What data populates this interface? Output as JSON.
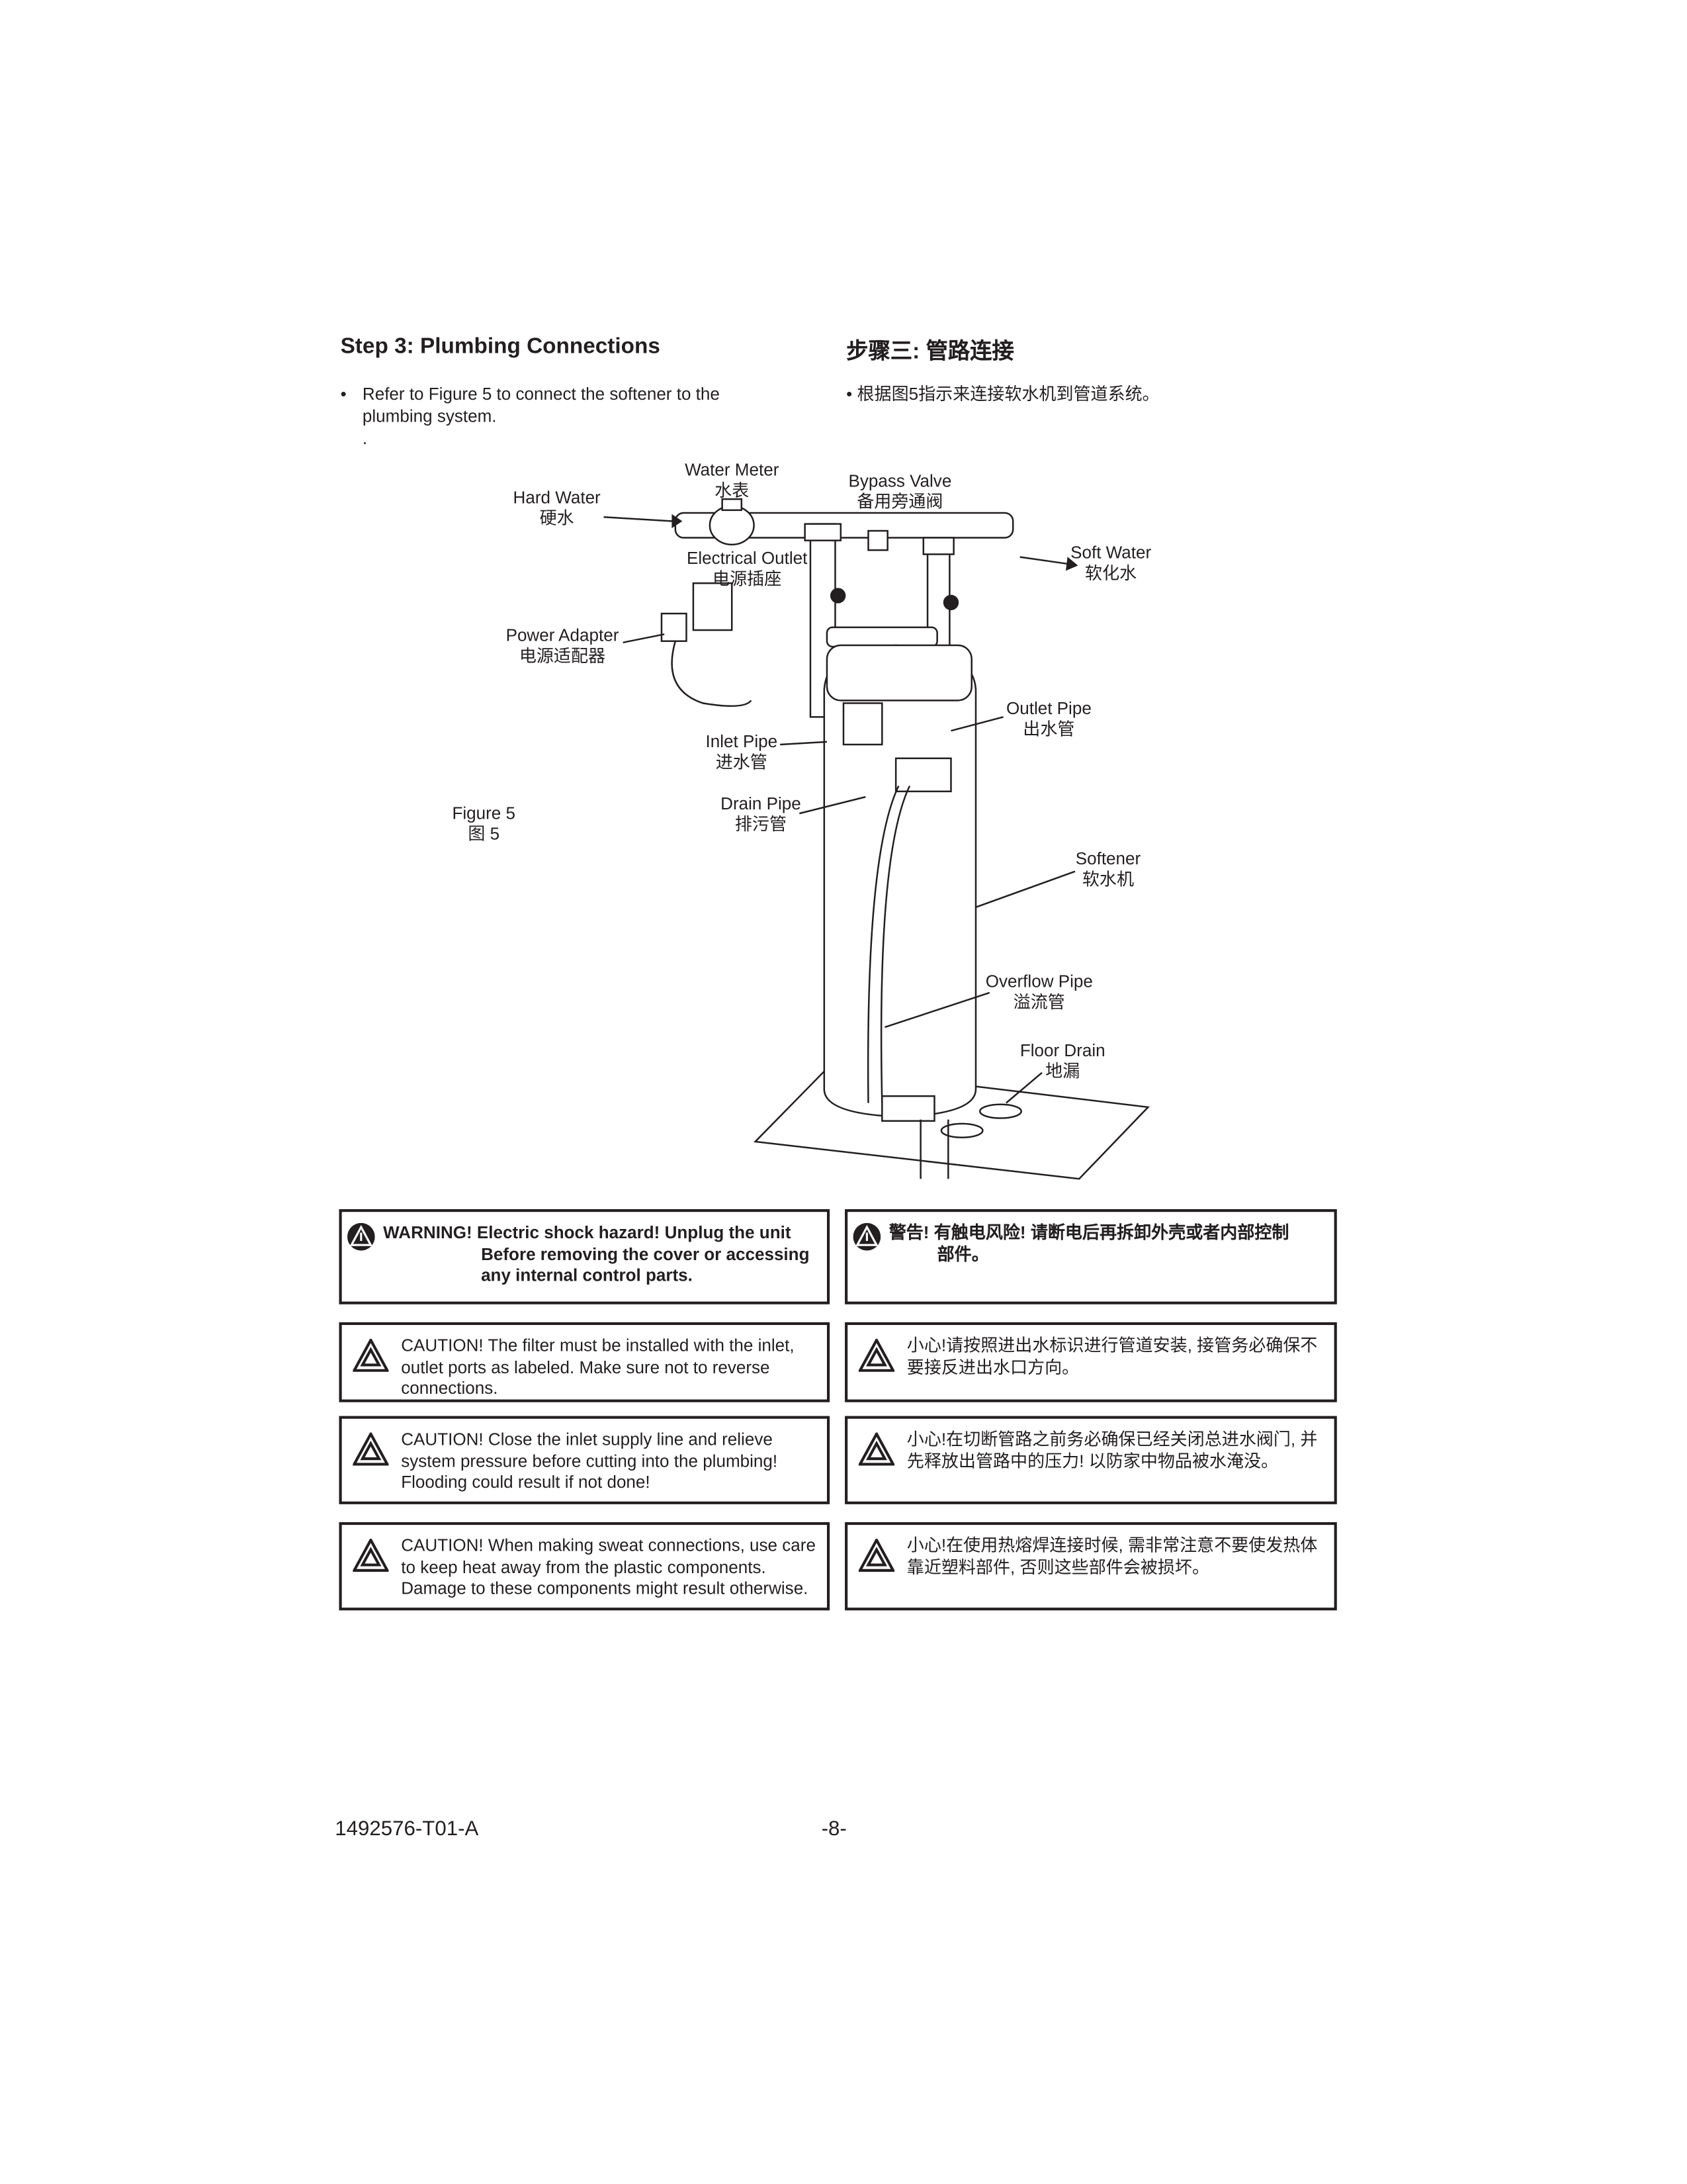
{
  "heading_en": "Step 3: Plumbing Connections",
  "heading_zh": "步骤三: 管路连接",
  "bullet_en": "Refer to Figure 5 to connect the softener to the plumbing system.",
  "bullet_zh": "根据图5指示来连接软水机到管道系统。",
  "stray_dot": ".",
  "figure": {
    "caption_en": "Figure 5",
    "caption_zh": "图 5",
    "labels": {
      "water_meter": {
        "en": "Water Meter",
        "zh": "水表"
      },
      "hard_water": {
        "en": "Hard Water",
        "zh": "硬水"
      },
      "bypass_valve": {
        "en": "Bypass Valve",
        "zh": "备用旁通阀"
      },
      "electrical_outlet": {
        "en": "Electrical Outlet",
        "zh": "电源插座"
      },
      "soft_water": {
        "en": "Soft Water",
        "zh": "软化水"
      },
      "power_adapter": {
        "en": "Power Adapter",
        "zh": "电源适配器"
      },
      "outlet_pipe": {
        "en": "Outlet Pipe",
        "zh": "出水管"
      },
      "inlet_pipe": {
        "en": "Inlet Pipe",
        "zh": "进水管"
      },
      "drain_pipe": {
        "en": "Drain Pipe",
        "zh": "排污管"
      },
      "softener": {
        "en": "Softener",
        "zh": "软水机"
      },
      "overflow_pipe": {
        "en": "Overflow Pipe",
        "zh": "溢流管"
      },
      "floor_drain": {
        "en": "Floor Drain",
        "zh": "地漏"
      }
    }
  },
  "notices": [
    {
      "en_l1": "WARNING! Electric shock hazard! Unplug the unit",
      "en_l2": "Before removing the cover or accessing any internal control parts.",
      "zh_l1": "警告! 有触电风险!  请断电后再拆卸外壳或者内部控制",
      "zh_l2": "部件。"
    },
    {
      "en": "CAUTION! The filter must be installed with the inlet, outlet ports as labeled. Make sure not to reverse connections.",
      "zh": "小心!请按照进出水标识进行管道安装, 接管务必确保不要接反进出水口方向。"
    },
    {
      "en": "CAUTION! Close the inlet supply line and relieve system pressure before cutting into the plumbing! Flooding could result if not done!",
      "zh": "小心!在切断管路之前务必确保已经关闭总进水阀门, 并先释放出管路中的压力! 以防家中物品被水淹没。"
    },
    {
      "en": "CAUTION! When making sweat connections, use care to keep heat away from the plastic components. Damage to these components might result otherwise.",
      "zh": "小心!在使用热熔焊连接时候, 需非常注意不要使发热体靠近塑料部件, 否则这些部件会被损坏。"
    }
  ],
  "footer": {
    "doc_number": "1492576-T01-A",
    "page_number": "-8-"
  }
}
